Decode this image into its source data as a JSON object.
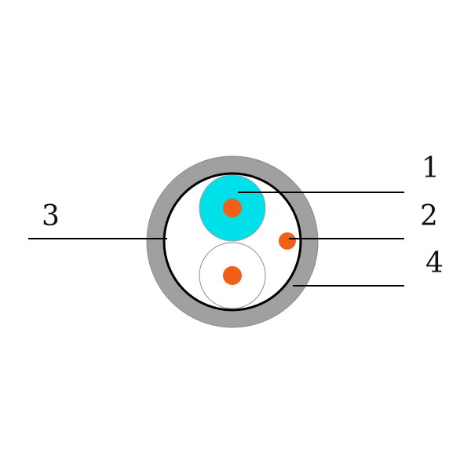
{
  "diagram": {
    "callouts": {
      "label_1": "1",
      "label_2": "2",
      "label_3": "3",
      "label_4": "4"
    }
  },
  "colors": {
    "outer_sheath": "#a0a0a0",
    "shield_ring": "#000000",
    "filler": "#ffffff",
    "insulated_conductor_1": "#00e0e8",
    "insulated_conductor_2": "#ffffff",
    "copper_core": "#f06018",
    "leader_lines": "#000000"
  }
}
